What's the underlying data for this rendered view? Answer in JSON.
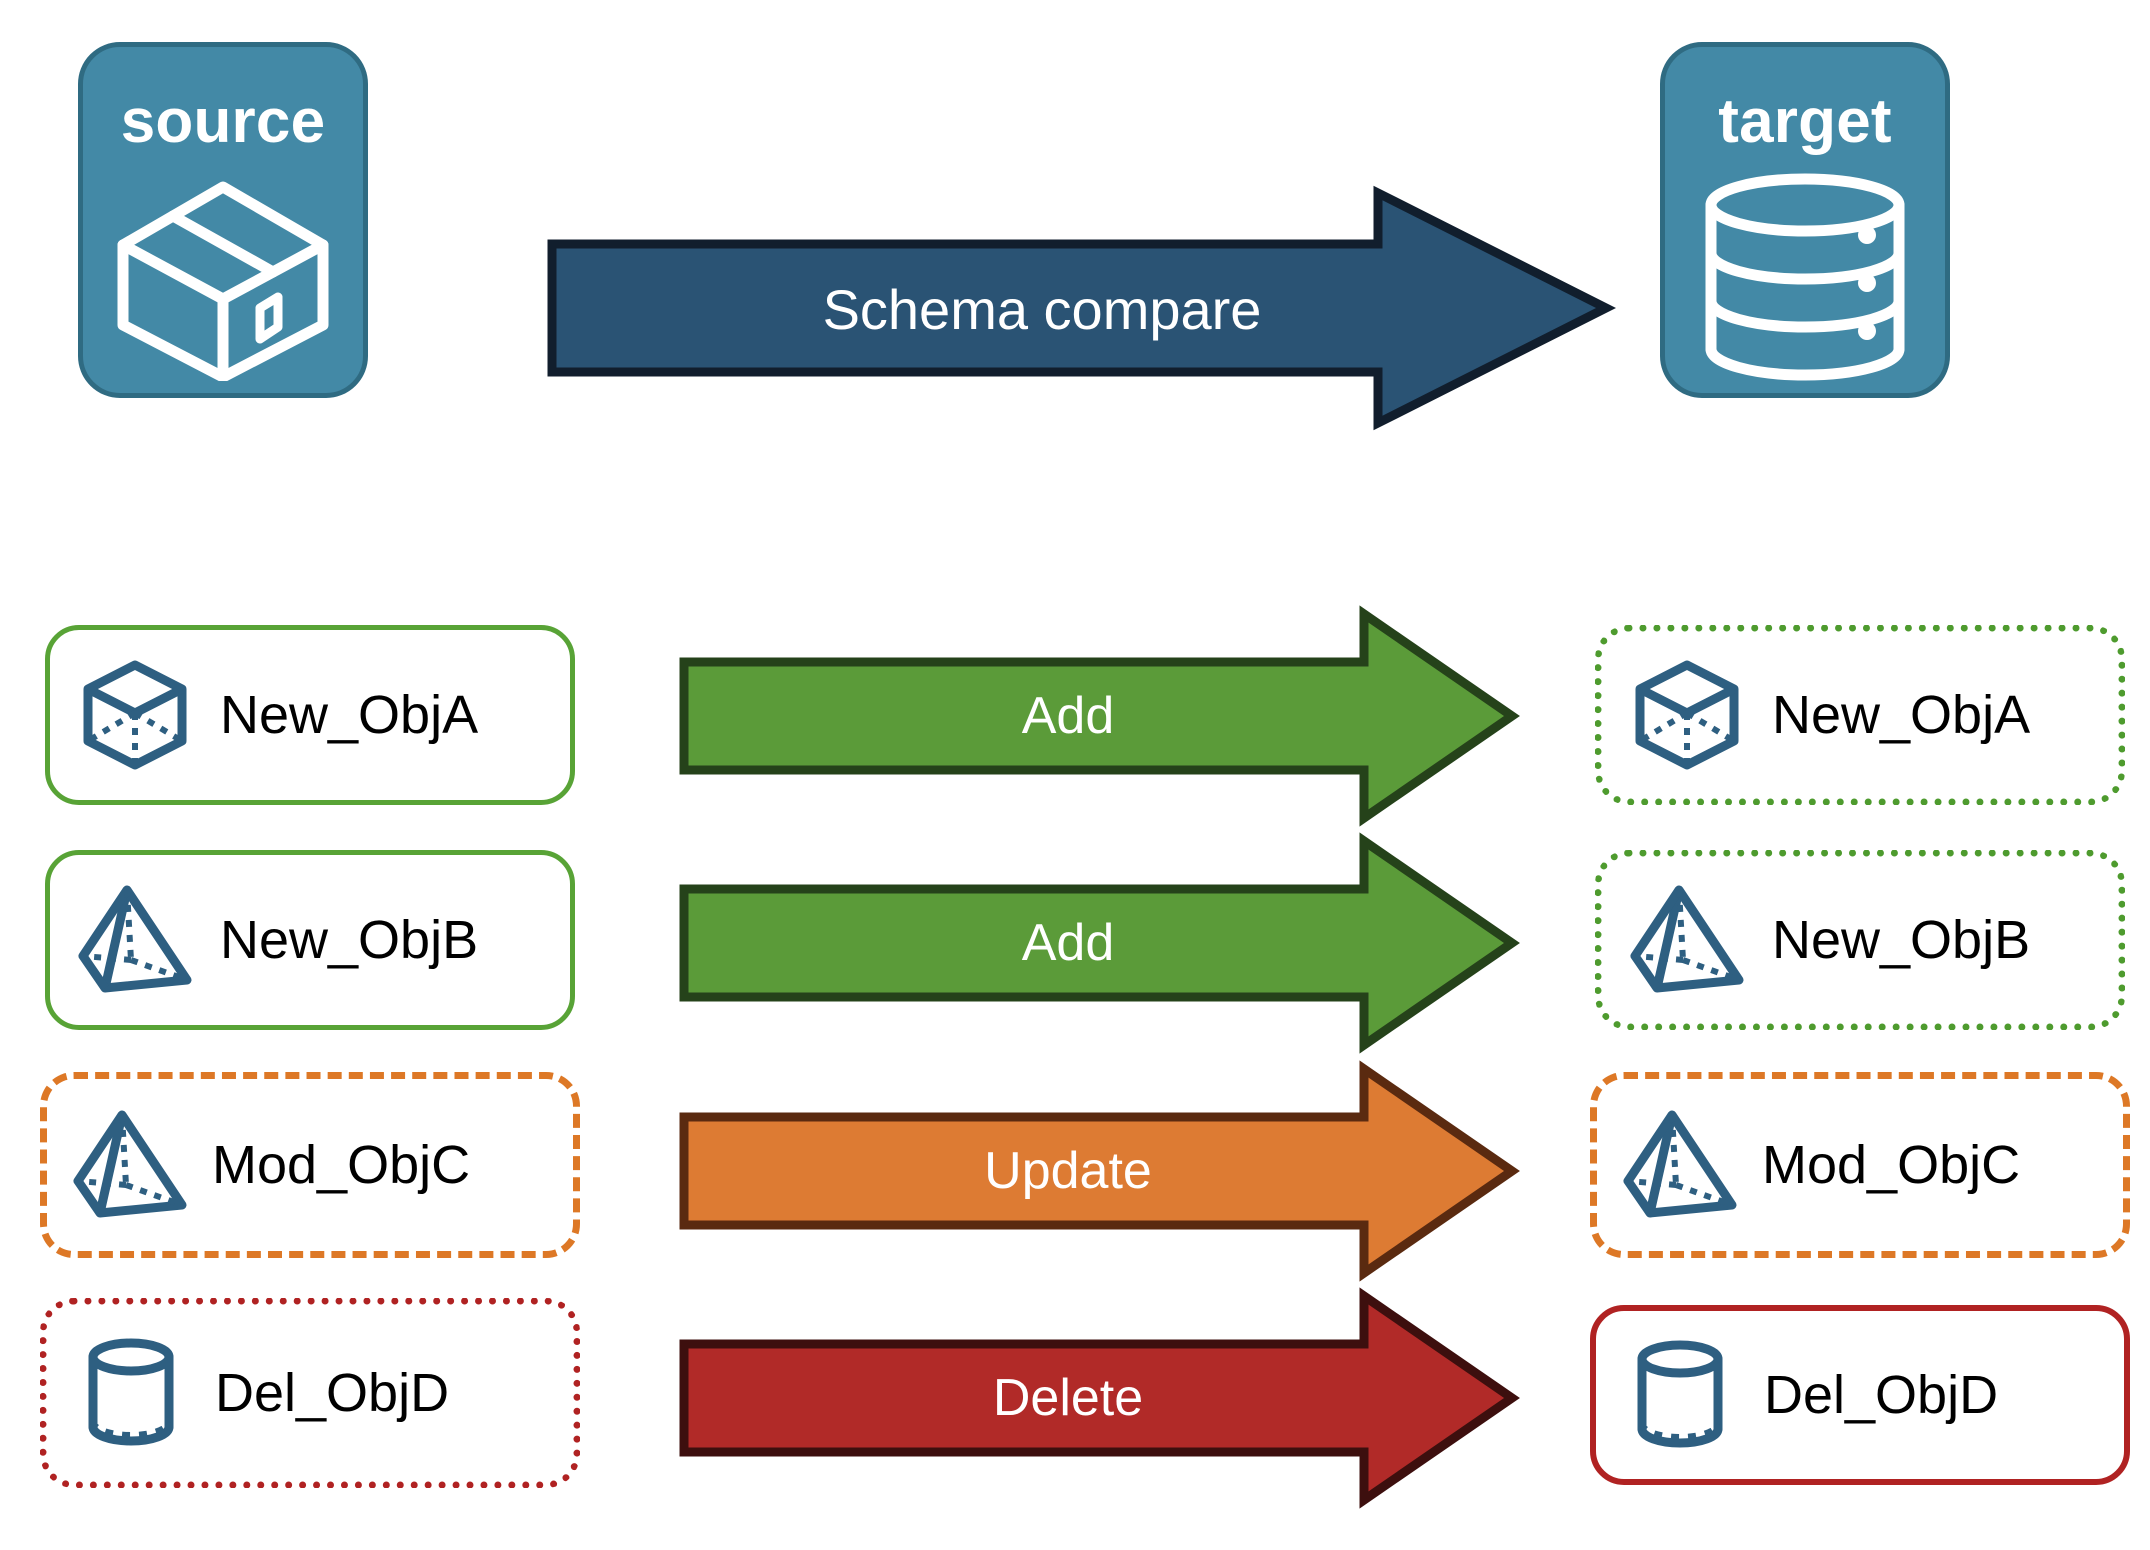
{
  "diagram": {
    "title": "Schema compare between source and target",
    "colors": {
      "endpoint_fill": "#4389A6",
      "endpoint_border": "#2F6B82",
      "compare_arrow_fill": "#2A5374",
      "compare_arrow_border": "#111E2D",
      "add_arrow_fill": "#5B9B39",
      "add_arrow_border": "#25421A",
      "update_arrow_fill": "#DD7B33",
      "update_arrow_border": "#5A2A10",
      "delete_arrow_fill": "#B12A28",
      "delete_arrow_border": "#3D0F0E",
      "object_icon": "#2E5F81",
      "green": "#58A336",
      "orange": "#DD7826",
      "red": "#B02222"
    }
  },
  "endpoints": {
    "source": {
      "label": "source",
      "icon": "package-box-icon"
    },
    "target": {
      "label": "target",
      "icon": "database-cylinder-icon"
    }
  },
  "compare_arrow": {
    "label": "Schema compare"
  },
  "rows": [
    {
      "action": "Add",
      "arrow_color_key": "add",
      "source": {
        "label": "New_ObjA",
        "icon": "wireframe-cube-icon",
        "border_style": "solid-green"
      },
      "target": {
        "label": "New_ObjA",
        "icon": "wireframe-cube-icon",
        "border_style": "dotted-green"
      }
    },
    {
      "action": "Add",
      "arrow_color_key": "add",
      "source": {
        "label": "New_ObjB",
        "icon": "wireframe-pyramid-icon",
        "border_style": "solid-green"
      },
      "target": {
        "label": "New_ObjB",
        "icon": "wireframe-pyramid-icon",
        "border_style": "dotted-green"
      }
    },
    {
      "action": "Update",
      "arrow_color_key": "update",
      "source": {
        "label": "Mod_ObjC",
        "icon": "wireframe-pyramid-icon",
        "border_style": "dashed-orange"
      },
      "target": {
        "label": "Mod_ObjC",
        "icon": "wireframe-pyramid-icon",
        "border_style": "dashed-orange"
      }
    },
    {
      "action": "Delete",
      "arrow_color_key": "delete",
      "source": {
        "label": "Del_ObjD",
        "icon": "wireframe-cylinder-icon",
        "border_style": "dotted-red"
      },
      "target": {
        "label": "Del_ObjD",
        "icon": "wireframe-cylinder-icon",
        "border_style": "solid-red"
      }
    }
  ]
}
